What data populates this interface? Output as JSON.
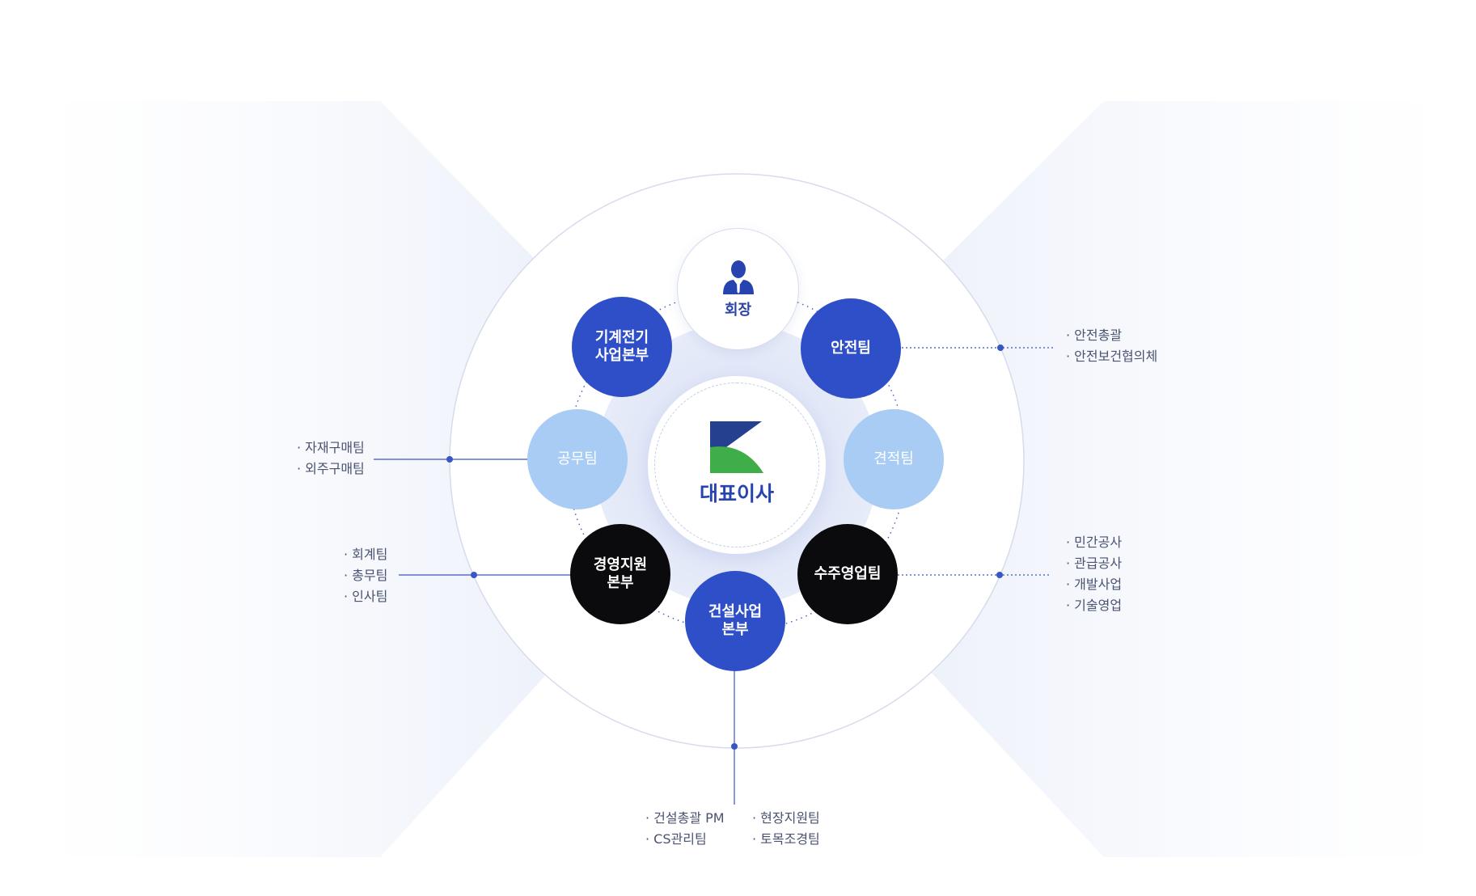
{
  "colors": {
    "primary_blue": "#2f4fc8",
    "dark": "#0b0b0d",
    "light_blue": "#a9ccf4",
    "connector": "#3a55c4",
    "text_blue": "#2743b0",
    "logo_navy": "#24408f",
    "logo_green": "#3fae49"
  },
  "center": {
    "title": "대표이사",
    "logo": "company-logo"
  },
  "nodes": {
    "chairman": {
      "label": "회장",
      "icon": "person-icon"
    },
    "mech_elec": {
      "label": "기계전기\n사업본부"
    },
    "safety": {
      "label": "안전팀"
    },
    "construction_affairs": {
      "label": "공무팀"
    },
    "estimation": {
      "label": "견적팀"
    },
    "management": {
      "label": "경영지원\n본부"
    },
    "sales": {
      "label": "수주영업팀"
    },
    "construction": {
      "label": "건설사업\n본부"
    }
  },
  "sub_items": {
    "safety": [
      "안전총괄",
      "안전보건협의체"
    ],
    "construction_affairs": [
      "자재구매팀",
      "외주구매팀"
    ],
    "management": [
      "회계팀",
      "총무팀",
      "인사팀"
    ],
    "sales": [
      "민간공사",
      "관급공사",
      "개발사업",
      "기술영업"
    ],
    "construction_left": [
      "건설총괄 PM",
      "CS관리팀"
    ],
    "construction_right": [
      "현장지원팀",
      "토목조경팀"
    ]
  }
}
